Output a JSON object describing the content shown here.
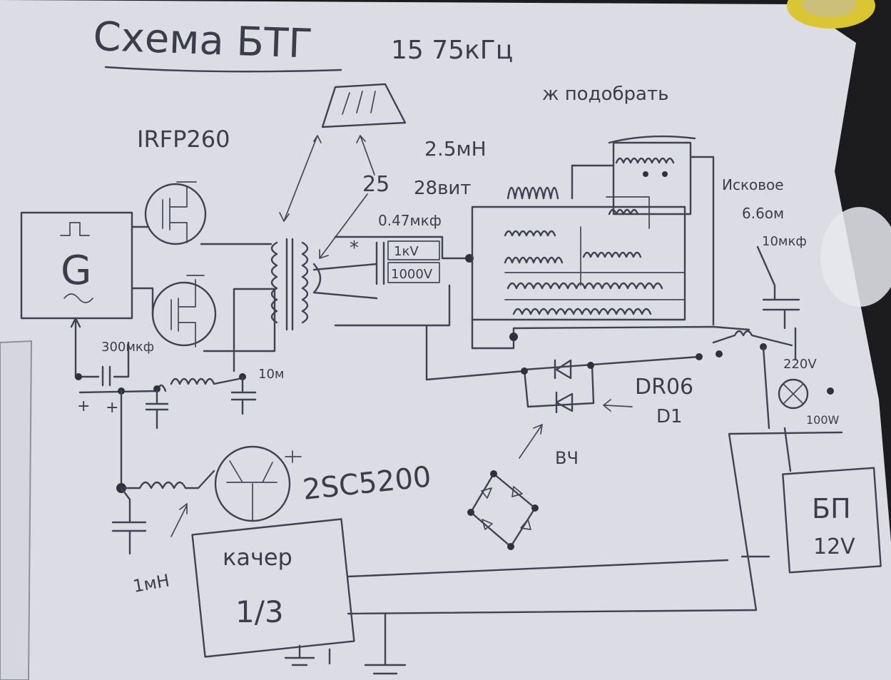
{
  "diagram": {
    "title": "Схема БТГ",
    "header_value": "15  75кГц",
    "note": "ж подобрать",
    "labels": {
      "mosfet": "IRFP260",
      "generator": "G",
      "turns": "25",
      "turns2": "28вит",
      "inductance": "2.5мН",
      "cap_value": "0.47мкф",
      "cap_rating_1": "1кV",
      "cap_rating_2": "1000V",
      "cap_star": "*",
      "capacitor_300": "300мкф",
      "cap_10": "10м",
      "transistor": "2SC5200",
      "kacher_name": "качер",
      "kacher_ratio": "1/3",
      "diodes": "DR06",
      "diode_sub": "D1",
      "hf": "ВЧ",
      "inductor_1mh": "1мН",
      "right_labels": [
        "Исковое",
        "6.6ом",
        "10мкф"
      ],
      "lamp_v": "220V",
      "lamp_w": "100W",
      "psu_name": "БП",
      "psu_v": "12V"
    }
  }
}
